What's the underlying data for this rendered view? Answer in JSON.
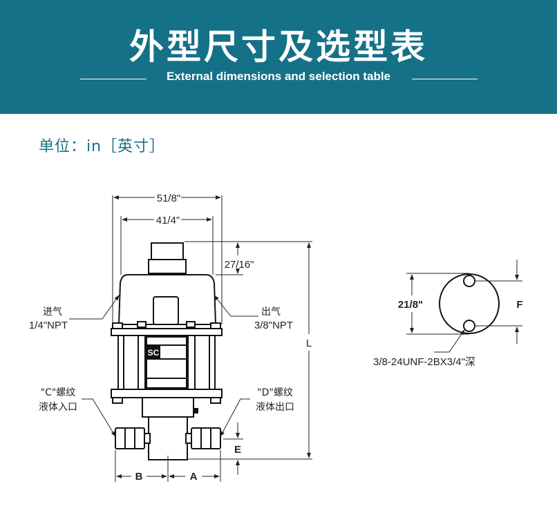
{
  "header": {
    "title": "外型尺寸及选型表",
    "subtitle": "External dimensions and selection table",
    "background": "#157187"
  },
  "unit": {
    "label": "单位：in［英寸］",
    "color": "#157187"
  },
  "front_view": {
    "dim_width_outer": "51/8\"",
    "dim_width_inner": "41/4\"",
    "dim_top_height": "27/16\"",
    "dim_length": "L",
    "dim_e": "E",
    "dim_b": "B",
    "dim_a": "A",
    "air_inlet_label": "进气",
    "air_inlet_size": "1/4\"NPT",
    "air_outlet_label": "出气",
    "air_outlet_size": "3/8\"NPT",
    "port_c_label": "\"C\"螺纹",
    "port_c_desc": "液体入口",
    "port_d_label": "\"D\"螺纹",
    "port_d_desc": "液体出口",
    "brand_mark": "SC"
  },
  "bottom_view": {
    "dim_diameter": "21/8\"",
    "dim_f": "F",
    "thread_note": "3/8-24UNF-2BX3/4\"深"
  }
}
